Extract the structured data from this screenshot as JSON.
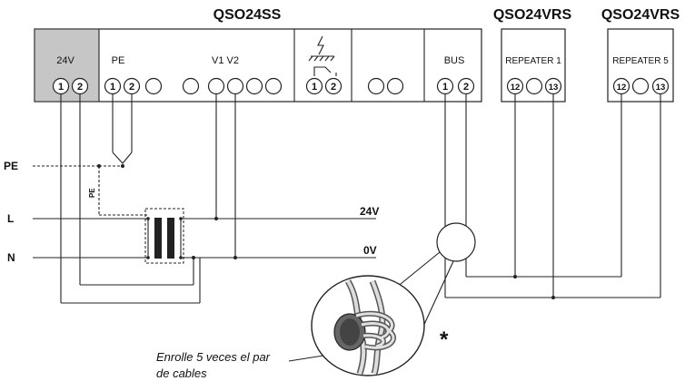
{
  "devices": {
    "main_title": "QSO24SS",
    "repeater1_title": "QSO24VRS",
    "repeater5_title": "QSO24VRS"
  },
  "main_unit": {
    "label_24v": "24V",
    "label_pe": "PE",
    "label_v1v2": "V1 V2",
    "label_bus": "BUS",
    "highlight_color": "#c6c6c6"
  },
  "terminals": {
    "t1": "1",
    "t2": "2",
    "t12": "12",
    "t13": "13"
  },
  "repeaters": {
    "repeater1_label": "REPEATER 1",
    "repeater5_label": "REPEATER 5"
  },
  "supply": {
    "pe": "PE",
    "l": "L",
    "n": "N",
    "pe_vertical": "PE",
    "v24": "24V",
    "v0": "0V"
  },
  "note": {
    "line1": "Enrolle 5 veces el par",
    "line2": "de cables",
    "asterisk": "*"
  }
}
